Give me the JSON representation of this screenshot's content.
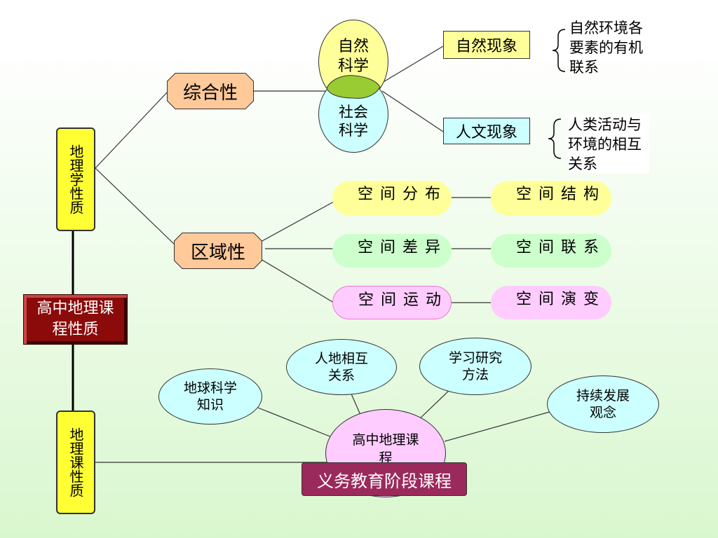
{
  "main": {
    "title": "高中地理课程性质"
  },
  "geo_nature": {
    "label": "地理学性质"
  },
  "course_nature": {
    "label": "地理课性质"
  },
  "comprehensive": {
    "label": "综合性"
  },
  "regional": {
    "label": "区域性"
  },
  "natural_science": {
    "label": "自然科学"
  },
  "social_science": {
    "label": "社会科学"
  },
  "natural_phenomena": {
    "label": "自然现象"
  },
  "human_phenomena": {
    "label": "人文现象"
  },
  "natural_note": {
    "text": "自然环境各要素的有机联系"
  },
  "human_note": {
    "text": "人类活动与环境的相互关系"
  },
  "spatial": {
    "distribution": "空间分布",
    "structure": "空间结构",
    "difference": "空间差异",
    "connection": "空间联系",
    "movement": "空间运动",
    "evolution": "空间演变"
  },
  "course": {
    "center": "高中地理课程",
    "earth_science": "地球科学知识",
    "human_land": "人地相互关系",
    "study_method": "学习研究方法",
    "sustainable": "持续发展观念",
    "compulsory": "义务教育阶段课程"
  },
  "colors": {
    "yellow": "#ffff33",
    "orange": "#ffc99a",
    "dark_red": "#8b0a0a",
    "pale_yellow": "#ffff99",
    "pale_cyan": "#ccffff",
    "light_green": "#ccffcc",
    "pink": "#ffccff",
    "magenta": "#9b2a5c",
    "overlap_green": "#99cc33"
  }
}
